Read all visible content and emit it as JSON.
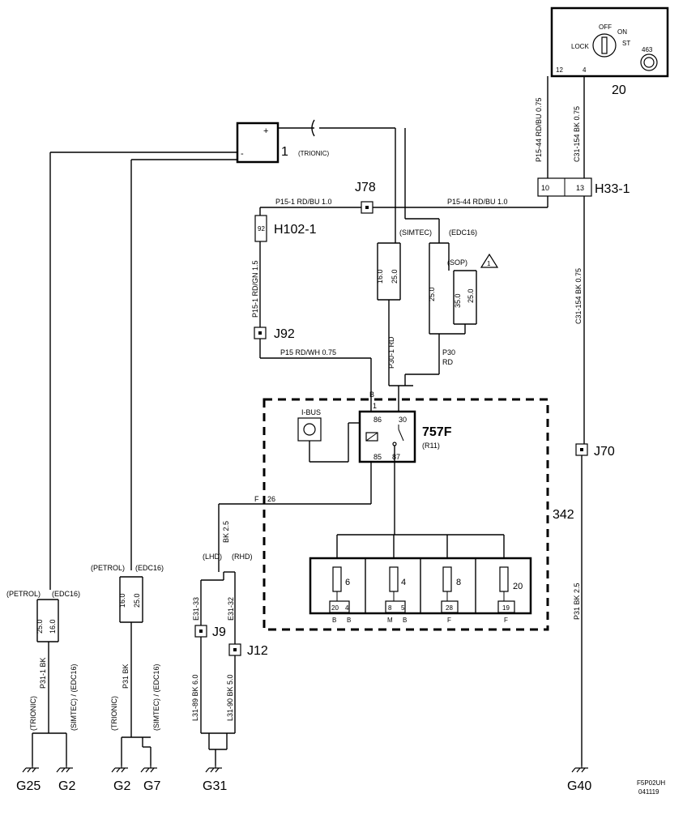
{
  "diagram_code": "F5P02UH",
  "diagram_date": "041119",
  "ignition_switch": {
    "id": "20",
    "pos_off": "OFF",
    "pos_on": "ON",
    "pos_st": "ST",
    "pos_lock": "LOCK",
    "sub_id": "463",
    "pin_a": "12",
    "pin_b": "4"
  },
  "component_1": {
    "id": "1",
    "variant": "(TRIONIC)",
    "plus": "+",
    "minus": "-"
  },
  "wires": {
    "w_p15_44_v": "P15-44  RD/BU  0.75",
    "w_c31_154_top": "C31-154  BK  0.75",
    "w_p15_1": "P15-1  RD/BU  1.0",
    "w_p15_44_h": "P15-44  RD/BU  1.0",
    "w_p15_1_v": "P15-1 RD/GN 1.5",
    "w_c31_154_mid": "C31-154  BK  0.75",
    "w_p15": "P15   RD/WH  0.75",
    "w_p30_1": "P30-1  RD",
    "w_p30": "P30",
    "w_p30_rd": "RD",
    "w_f26_pin": "F",
    "w_f26_num": "26",
    "w_bk25": "BK  2.5",
    "w_e31_33": "E31-33",
    "w_e31_32": "E31-32",
    "w_l31_89": "L31-89  BK  6.0",
    "w_l31_90": "L31-90  BK  5.0",
    "w_p31_1": "P31-1  BK",
    "w_p31_a": "P31  BK",
    "w_p31_b": "P31  BK  2.5"
  },
  "sizes": {
    "simtec_16": "16.0",
    "simtec_25": "25.0",
    "edc_25": "25.0",
    "sop_35": "35.0",
    "sop_25": "25.0",
    "g25_25": "25.0",
    "g25_16": "16.0",
    "g2_16": "16.0",
    "g2_25": "25.0"
  },
  "labels": {
    "simtec": "(SIMTEC)",
    "edc16": "(EDC16)",
    "sop": "(SOP)",
    "note_1": "1",
    "petrol": "(PETROL)",
    "edc16_b": "(EDC16)",
    "petrol_b": "(PETROL)",
    "edc16_c": "(EDC16)",
    "trionic_a": "(TRIONIC)",
    "simtec_edc_a": "(SIMTEC) / (EDC16)",
    "trionic_b": "(TRIONIC)",
    "simtec_edc_b": "(SIMTEC) / (EDC16)",
    "lhd": "(LHD)",
    "rhd": "(RHD)"
  },
  "connectors": {
    "h33_1": "H33-1",
    "h33_pin_a": "10",
    "h33_pin_b": "13",
    "h102_1": "H102-1",
    "h102_pin": "92"
  },
  "splices": {
    "j78": "J78",
    "j92": "J92",
    "j70": "J70",
    "j9": "J9",
    "j12": "J12"
  },
  "relay_box": {
    "id": "342",
    "ibus": "I-BUS",
    "relay": "757F",
    "relay_sub": "(R11)",
    "pin86": "86",
    "pin30": "30",
    "pin85": "85",
    "pin87": "87",
    "pin_b": "B",
    "pin_1": "1",
    "fuses": [
      {
        "num": "6",
        "p1": "20",
        "p2": "4",
        "l1": "B",
        "l2": "B"
      },
      {
        "num": "4",
        "p1": "8",
        "p2": "5",
        "l1": "M",
        "l2": "B"
      },
      {
        "num": "8",
        "p1": "28",
        "p2": "",
        "l1": "F",
        "l2": ""
      },
      {
        "num": "20",
        "p1": "19",
        "p2": "",
        "l1": "F",
        "l2": ""
      }
    ]
  },
  "grounds": {
    "g25": "G25",
    "g2a": "G2",
    "g2b": "G2",
    "g7": "G7",
    "g31": "G31",
    "g40": "G40"
  }
}
